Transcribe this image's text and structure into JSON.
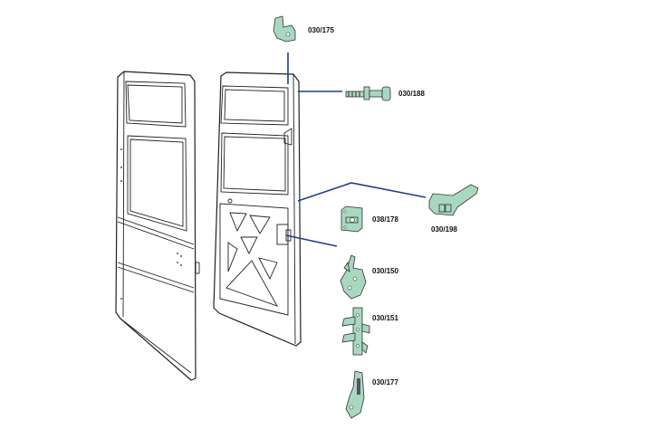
{
  "colors": {
    "leader": "#1b3f8b",
    "part": "#a8d8c0",
    "outline": "#222222"
  },
  "parts": [
    {
      "code": "030/175"
    },
    {
      "code": "030/188"
    },
    {
      "code": "030/198"
    },
    {
      "code": "038/178"
    },
    {
      "code": "030/150"
    },
    {
      "code": "030/151"
    },
    {
      "code": "030/177"
    }
  ]
}
